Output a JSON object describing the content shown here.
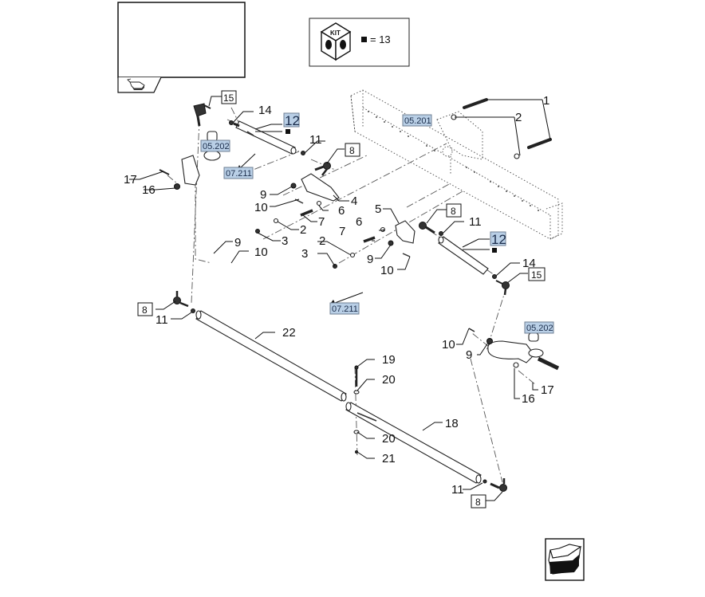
{
  "diagram": {
    "title_box": {
      "content": ""
    },
    "kit_legend": {
      "kit_label": "KIT",
      "equals_text": "= 13"
    },
    "part_labels": [
      {
        "id": "p1",
        "text": "1"
      },
      {
        "id": "p2a",
        "text": "2"
      },
      {
        "id": "p2b",
        "text": "2"
      },
      {
        "id": "p2c",
        "text": "2"
      },
      {
        "id": "p3a",
        "text": "3"
      },
      {
        "id": "p3b",
        "text": "3"
      },
      {
        "id": "p4",
        "text": "4"
      },
      {
        "id": "p5",
        "text": "5"
      },
      {
        "id": "p6a",
        "text": "6"
      },
      {
        "id": "p6b",
        "text": "6"
      },
      {
        "id": "p7a",
        "text": "7"
      },
      {
        "id": "p7b",
        "text": "7"
      },
      {
        "id": "p9a",
        "text": "9"
      },
      {
        "id": "p9b",
        "text": "9"
      },
      {
        "id": "p9c",
        "text": "9"
      },
      {
        "id": "p9d",
        "text": "9"
      },
      {
        "id": "p10a",
        "text": "10"
      },
      {
        "id": "p10b",
        "text": "10"
      },
      {
        "id": "p10c",
        "text": "10"
      },
      {
        "id": "p10d",
        "text": "10"
      },
      {
        "id": "p11a",
        "text": "11"
      },
      {
        "id": "p11b",
        "text": "11"
      },
      {
        "id": "p11c",
        "text": "11"
      },
      {
        "id": "p11d",
        "text": "11"
      },
      {
        "id": "p14a",
        "text": "14"
      },
      {
        "id": "p14b",
        "text": "14"
      },
      {
        "id": "p16a",
        "text": "16"
      },
      {
        "id": "p16b",
        "text": "16"
      },
      {
        "id": "p17a",
        "text": "17"
      },
      {
        "id": "p17b",
        "text": "17"
      },
      {
        "id": "p18",
        "text": "18"
      },
      {
        "id": "p19",
        "text": "19"
      },
      {
        "id": "p20a",
        "text": "20"
      },
      {
        "id": "p20b",
        "text": "20"
      },
      {
        "id": "p21",
        "text": "21"
      },
      {
        "id": "p22",
        "text": "22"
      }
    ],
    "boxed_labels": {
      "b8a": "8",
      "b8b": "8",
      "b8c": "8",
      "b8d": "8",
      "b15a": "15",
      "b15b": "15"
    },
    "kit_labels": {
      "k12a": "12",
      "k12b": "12"
    },
    "references": {
      "r05201": "05.201",
      "r05202a": "05.202",
      "r05202b": "05.202",
      "r07211a": "07.211",
      "r07211b": "07.211"
    },
    "colors": {
      "reference_fill": "#b9cfe6",
      "reference_stroke": "#6f7f93",
      "ink": "#111111"
    },
    "nav": {
      "back_icon": "return-arrow-icon",
      "next_icon": "next-page-arrow-icon"
    }
  }
}
